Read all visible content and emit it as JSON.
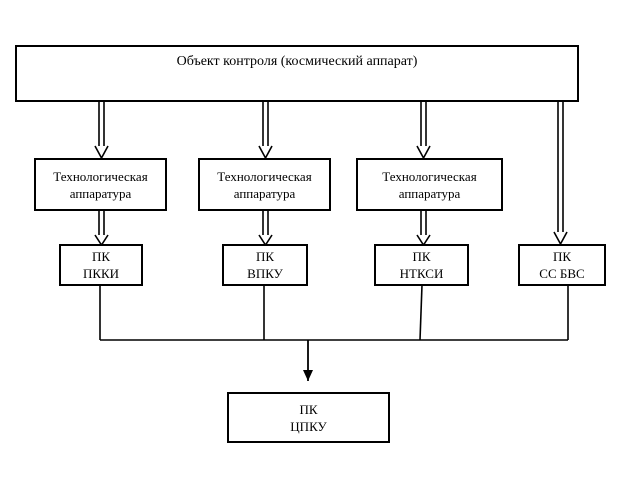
{
  "diagram": {
    "object": {
      "label": "Объект контроля (космический аппарат)"
    },
    "tech_blocks": [
      {
        "line1": "Технологическая",
        "line2": "аппаратура"
      },
      {
        "line1": "Технологическая",
        "line2": "аппаратура"
      },
      {
        "line1": "Технологическая",
        "line2": "аппаратура"
      }
    ],
    "pk_blocks": [
      {
        "line1": "ПК",
        "line2": "ПККИ"
      },
      {
        "line1": "ПК",
        "line2": "ВПКУ"
      },
      {
        "line1": "ПК",
        "line2": "НТКСИ"
      },
      {
        "line1": "ПК",
        "line2": "СС БВС"
      }
    ],
    "central": {
      "line1": "ПК",
      "line2": "ЦПКУ"
    }
  }
}
